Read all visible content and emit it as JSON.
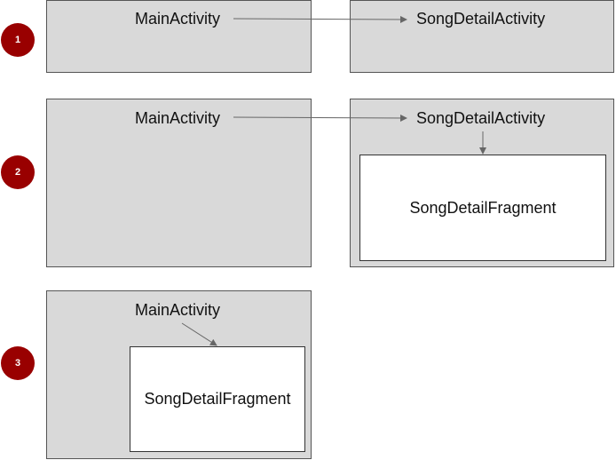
{
  "badge_color": "#990000",
  "box_color": "#d9d9d9",
  "arrow_color": "#666666",
  "steps": [
    {
      "number": "1",
      "left_box": {
        "label": "MainActivity"
      },
      "right_box": {
        "label": "SongDetailActivity"
      }
    },
    {
      "number": "2",
      "left_box": {
        "label": "MainActivity"
      },
      "right_box": {
        "label": "SongDetailActivity",
        "fragment_label": "SongDetailFragment"
      }
    },
    {
      "number": "3",
      "left_box": {
        "label": "MainActivity",
        "fragment_label": "SongDetailFragment"
      }
    }
  ]
}
